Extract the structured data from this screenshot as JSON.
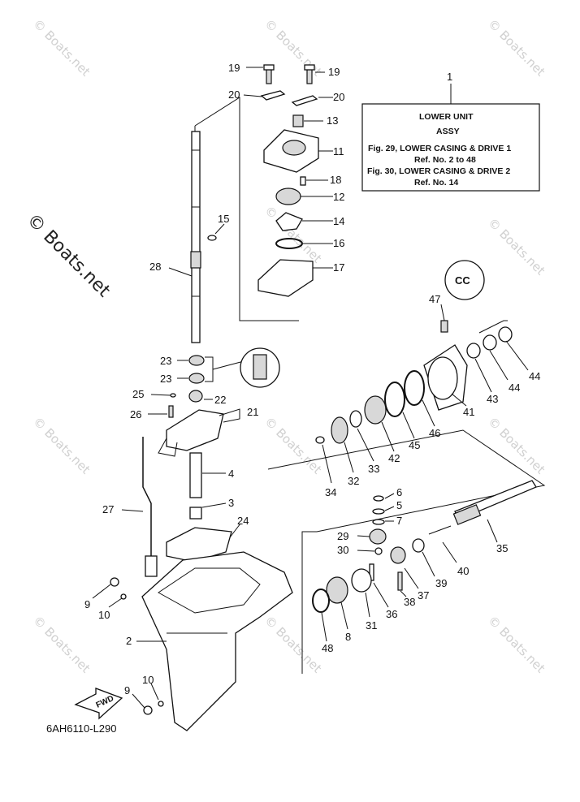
{
  "diagram": {
    "code": "6AH6110-L290",
    "watermark": "© Boats.net",
    "watermark_small": "© Boats.net",
    "fwd_label": "FWD",
    "cc_label": "CC",
    "info_box": {
      "number": "1",
      "title_line1": "LOWER UNIT",
      "title_line2": "ASSY",
      "line3": "Fig. 29, LOWER CASING & DRIVE 1",
      "line4": "Ref. No. 2 to 48",
      "line5": "Fig. 30, LOWER CASING & DRIVE 2",
      "line6": "Ref. No. 14"
    },
    "callouts": [
      "19",
      "19",
      "20",
      "20",
      "13",
      "11",
      "18",
      "12",
      "14",
      "16",
      "17",
      "15",
      "28",
      "23",
      "23",
      "25",
      "22",
      "21",
      "26",
      "4",
      "3",
      "24",
      "27",
      "9",
      "10",
      "2",
      "10",
      "9",
      "47",
      "44",
      "44",
      "43",
      "41",
      "46",
      "45",
      "42",
      "33",
      "32",
      "34",
      "6",
      "5",
      "7",
      "29",
      "30",
      "35",
      "40",
      "39",
      "37",
      "38",
      "36",
      "31",
      "8",
      "48"
    ]
  }
}
